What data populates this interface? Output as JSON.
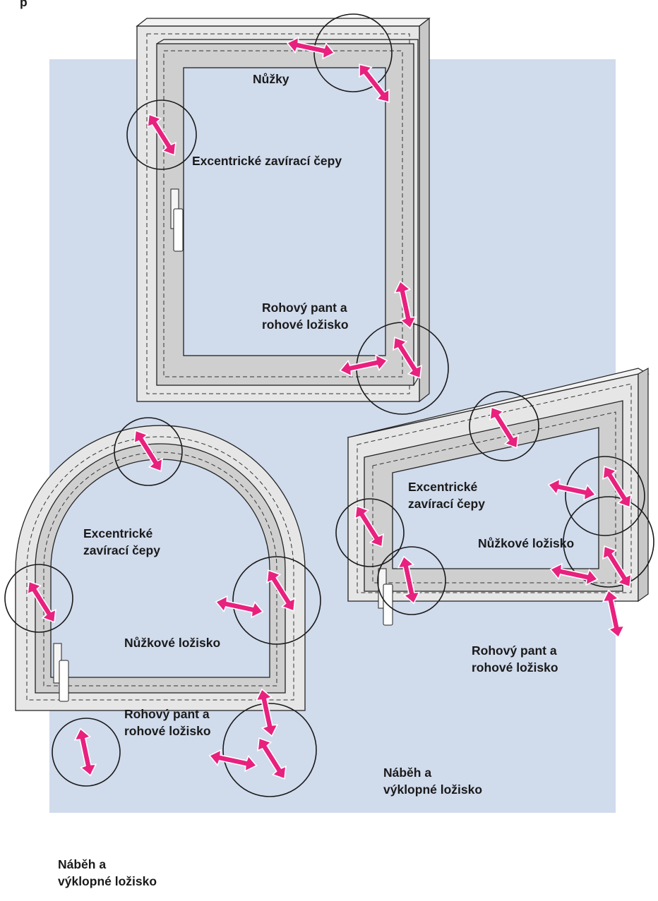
{
  "header": {
    "partial_text": "p"
  },
  "labels": {
    "top_scissors": "Nůžky",
    "top_eccentric": "Excentrické zavírací čepy",
    "top_corner_1": "Rohový pant a",
    "top_corner_2": "rohové ložisko",
    "arch_eccentric_1": "Excentrické",
    "arch_eccentric_2": "zavírací čepy",
    "arch_scissors": "Nůžkové ložisko",
    "arch_corner_1": "Rohový pant a",
    "arch_corner_2": "rohové ložisko",
    "arch_tilt_1": "Náběh a",
    "arch_tilt_2": "výklopné ložisko",
    "right_eccentric_1": "Excentrické",
    "right_eccentric_2": "zavírací čepy",
    "right_scissors": "Nůžkové ložisko",
    "right_corner_1": "Rohový pant a",
    "right_corner_2": "rohové ložisko",
    "right_tilt_1": "Náběh a",
    "right_tilt_2": "výklopné ložisko"
  },
  "colors": {
    "background_panel": "#d0dbec",
    "frame": "#e6e6e6",
    "sash": "#cfcfcf",
    "glass": "#d0dbec",
    "outline": "#222222",
    "arrow": "#e8217e",
    "highlight_circle": "#1a1a1a"
  },
  "icons": {
    "arrow": "double-headed-adjustment-arrow-icon",
    "handle": "window-handle-icon"
  }
}
